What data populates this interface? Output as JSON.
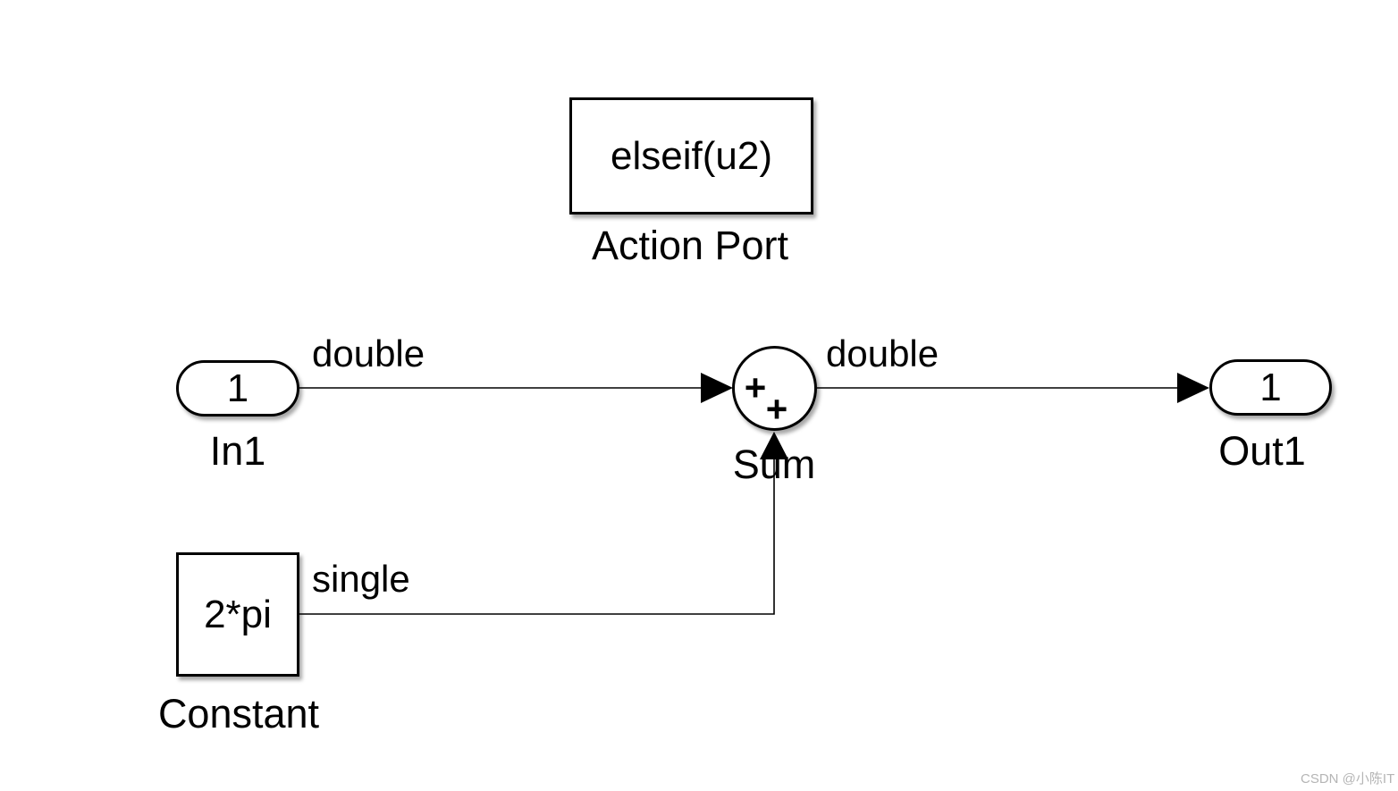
{
  "blocks": {
    "action_port": {
      "text": "elseif(u2)",
      "label": "Action Port"
    },
    "in1": {
      "text": "1",
      "label": "In1"
    },
    "sum": {
      "plus_top": "+",
      "plus_bottom": "+",
      "label": "Sum"
    },
    "out1": {
      "text": "1",
      "label": "Out1"
    },
    "constant": {
      "text": "2*pi",
      "label": "Constant"
    }
  },
  "signals": {
    "in1_to_sum": {
      "type_label": "double"
    },
    "sum_to_out1": {
      "type_label": "double"
    },
    "constant_to_sum": {
      "type_label": "single"
    }
  },
  "colors": {
    "background": "#ffffff",
    "block_fill": "#ffffff",
    "block_border": "#000000",
    "wire": "#000000",
    "watermark_text": "#b5b5b5"
  },
  "watermark": {
    "text": "CSDN @小陈IT"
  }
}
